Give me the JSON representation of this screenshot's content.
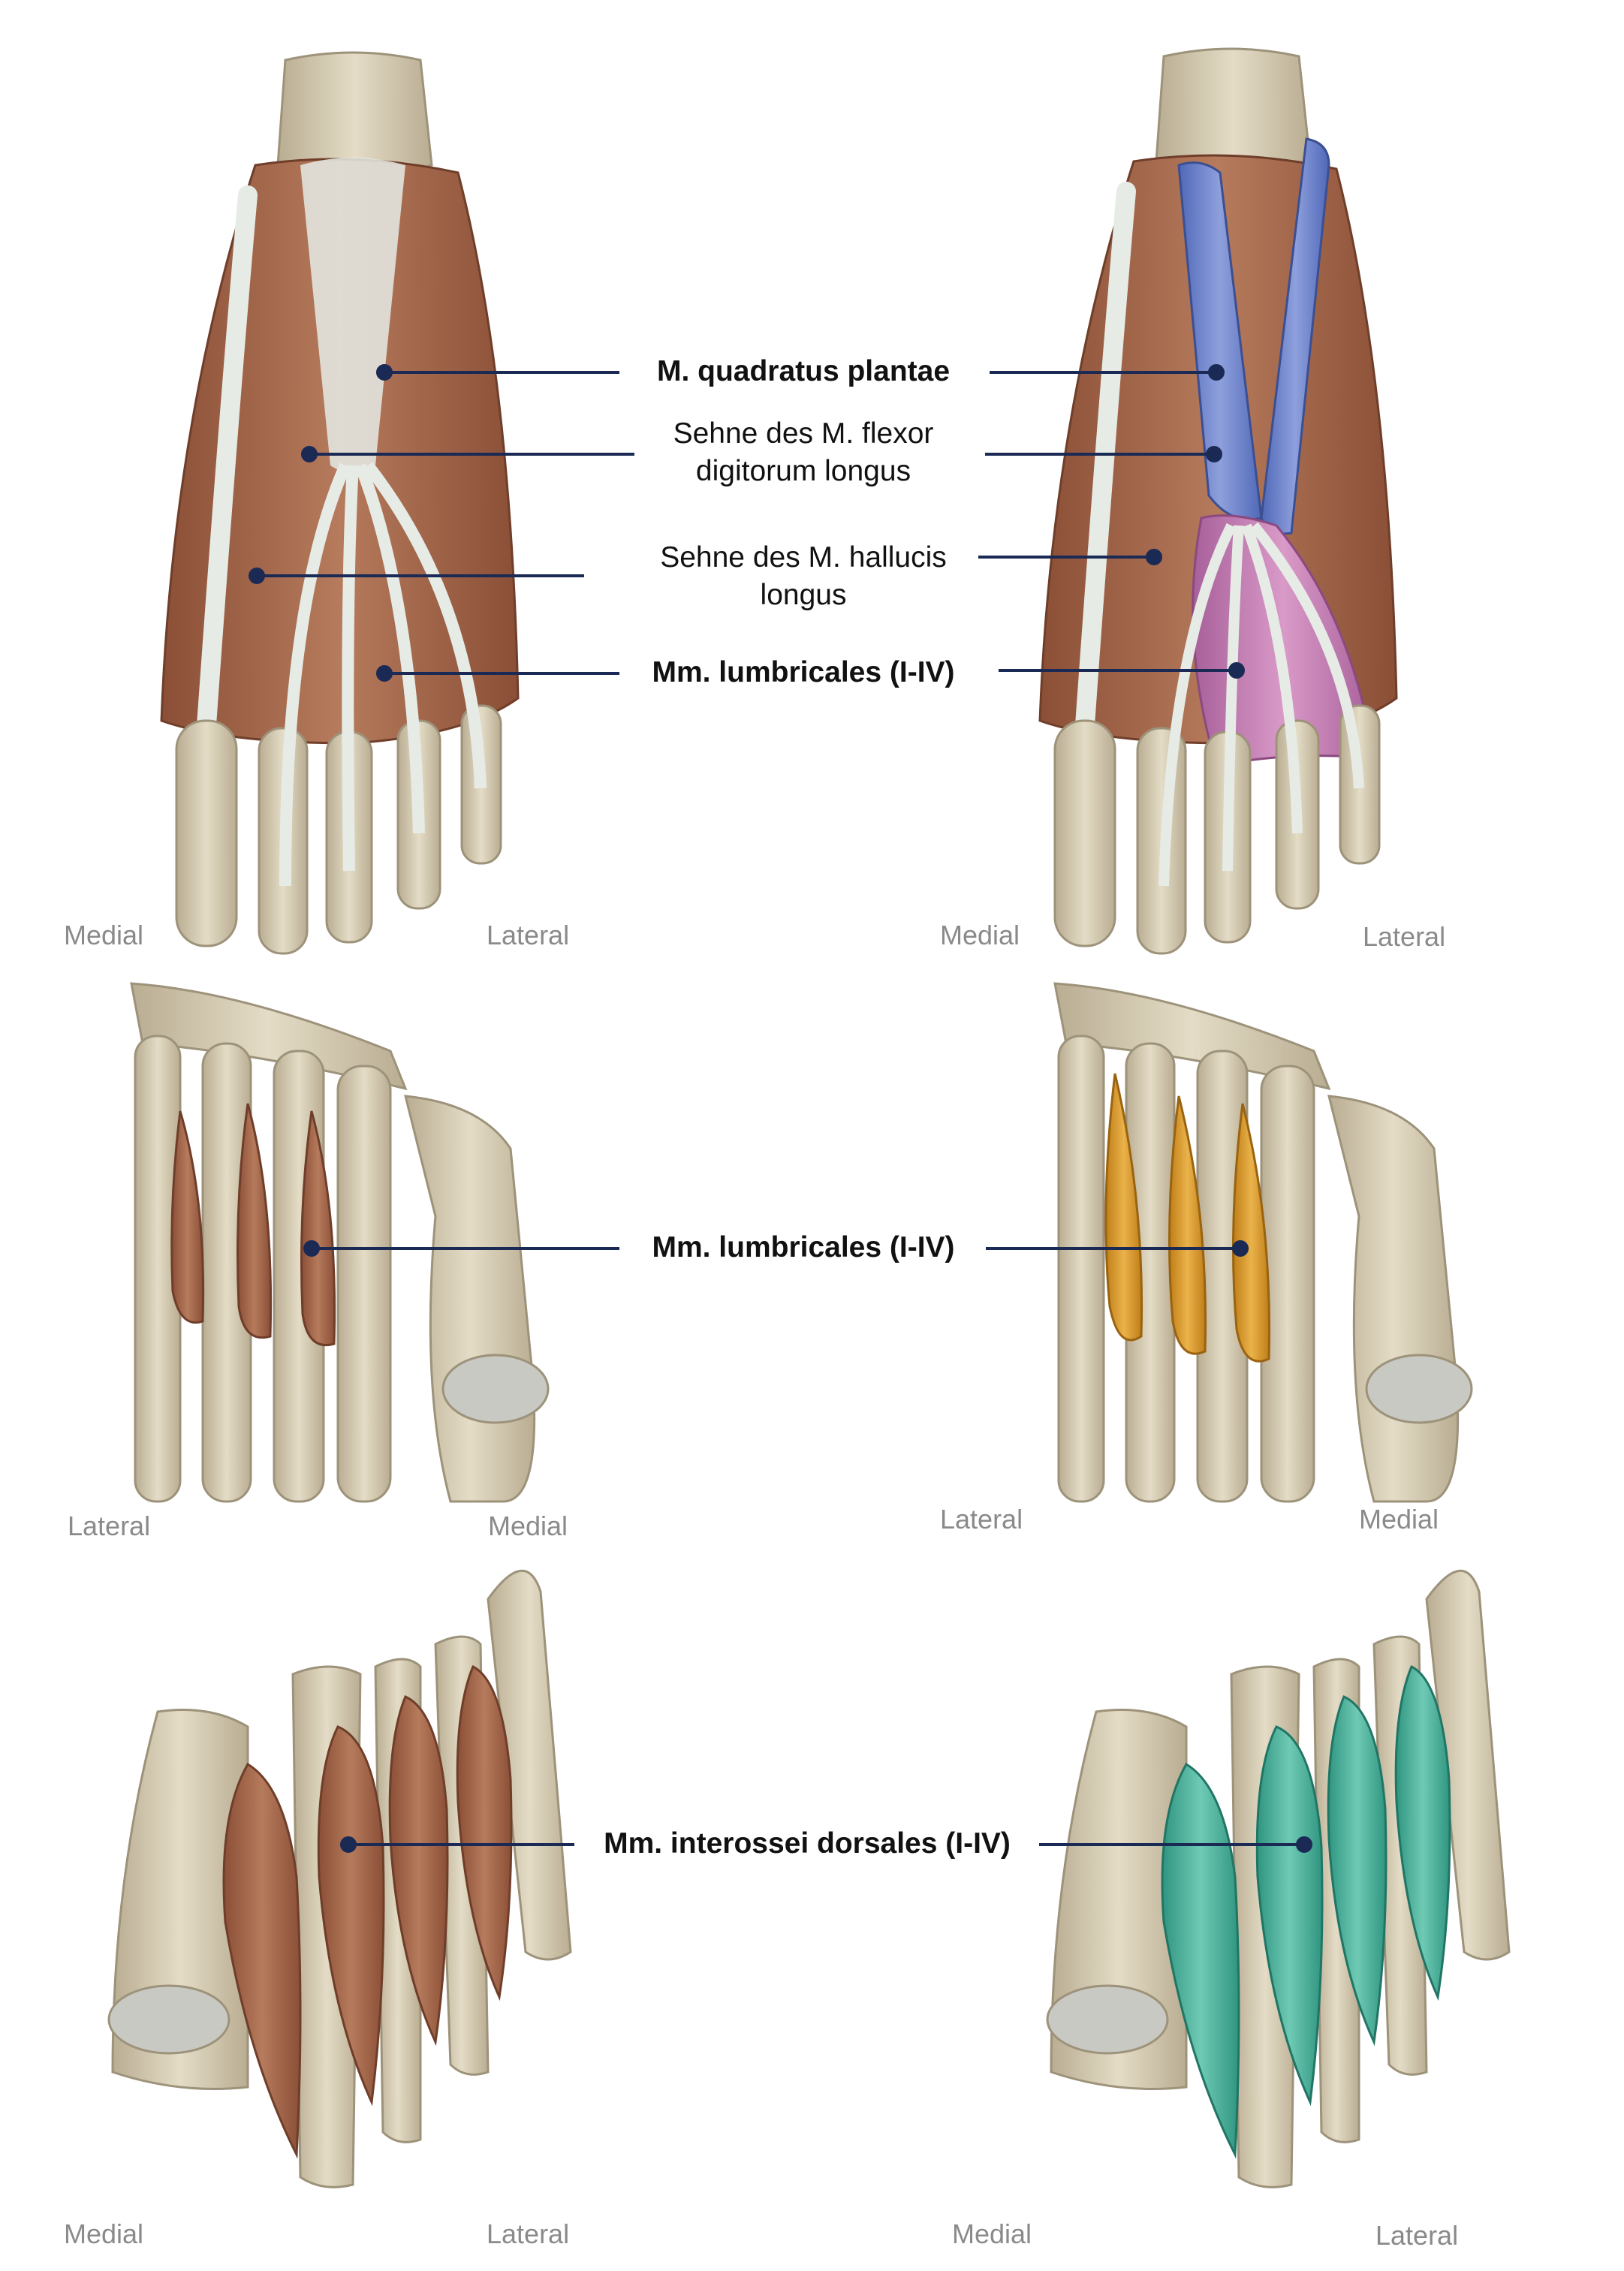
{
  "labels": {
    "quadratus_plantae": "M. quadratus plantae",
    "fdl_tendon_line1": "Sehne des M. flexor",
    "fdl_tendon_line2": "digitorum longus",
    "fhl_tendon_line1": "Sehne des M. hallucis",
    "fhl_tendon_line2": "longus",
    "lumbricales_top": "Mm. lumbricales (I-IV)",
    "lumbricales_mid": "Mm. lumbricales (I-IV)",
    "interossei_dorsales": "Mm. interossei dorsales (I-IV)"
  },
  "orientation": {
    "top_left": {
      "left": "Medial",
      "right": "Lateral"
    },
    "top_right": {
      "left": "Medial",
      "right": "Lateral"
    },
    "mid_left": {
      "left": "Lateral",
      "right": "Medial"
    },
    "mid_right": {
      "left": "Lateral",
      "right": "Medial"
    },
    "bottom_left": {
      "left": "Medial",
      "right": "Lateral"
    },
    "bottom_right": {
      "left": "Medial",
      "right": "Lateral"
    }
  },
  "colors": {
    "leader_line": "#1a2a55",
    "bone": "#d9d0b8",
    "muscle": "#a86a4c",
    "quadratus_highlight": "#6d85cc",
    "lumbricales_highlight_top": "#c77bb1",
    "lumbricales_highlight_mid": "#d99a2c",
    "interossei_highlight": "#4fb39a",
    "tendon": "#e6ebe6"
  }
}
